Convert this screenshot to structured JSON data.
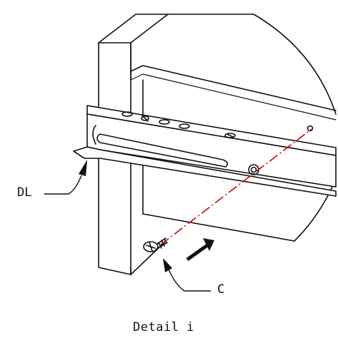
{
  "callouts": {
    "dl": "DL",
    "c": "C"
  },
  "caption": "Detail i",
  "colors": {
    "line": "#111111",
    "axis_line": "#d40000",
    "background": "#ffffff"
  }
}
